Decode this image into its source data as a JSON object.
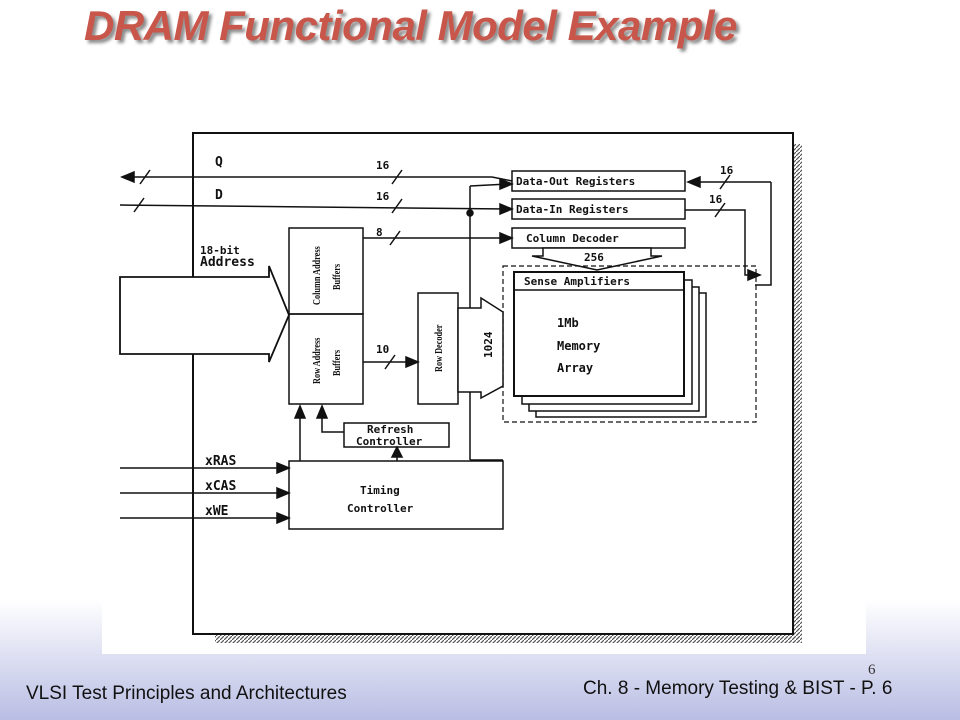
{
  "slide": {
    "title": "DRAM Functional Model Example",
    "footer_left": "VLSI Test Principles and Architectures",
    "footer_right": "Ch. 8 - Memory Testing & BIST - P. 6",
    "page_number": "6"
  },
  "diagram": {
    "signals": {
      "q": "Q",
      "d": "D",
      "addr_line1": "18-bit",
      "addr_line2": "Address",
      "xras": "xRAS",
      "xcas": "xCAS",
      "xwe": "xWE"
    },
    "bus_widths": {
      "q_bus": "16",
      "d_bus": "16",
      "col_addr_bus": "8",
      "row_addr_bus": "10",
      "out_reg_bus": "16",
      "in_reg_bus": "16",
      "col_dec_bus": "256",
      "row_dec_bus": "1024"
    },
    "blocks": {
      "data_out_registers": "Data-Out Registers",
      "data_in_registers": "Data-In Registers",
      "column_decoder": "Column Decoder",
      "sense_amplifiers": "Sense Amplifiers",
      "memory_line1": "1Mb",
      "memory_line2": "Memory",
      "memory_line3": "Array",
      "col_addr_buf_line1": "Column Address",
      "col_addr_buf_line2": "Buffers",
      "row_addr_buf_line1": "Row Address",
      "row_addr_buf_line2": "Buffers",
      "row_decoder": "Row Decoder",
      "refresh_line1": "Refresh",
      "refresh_line2": "Controller",
      "timing_line1": "Timing",
      "timing_line2": "Controller"
    }
  }
}
